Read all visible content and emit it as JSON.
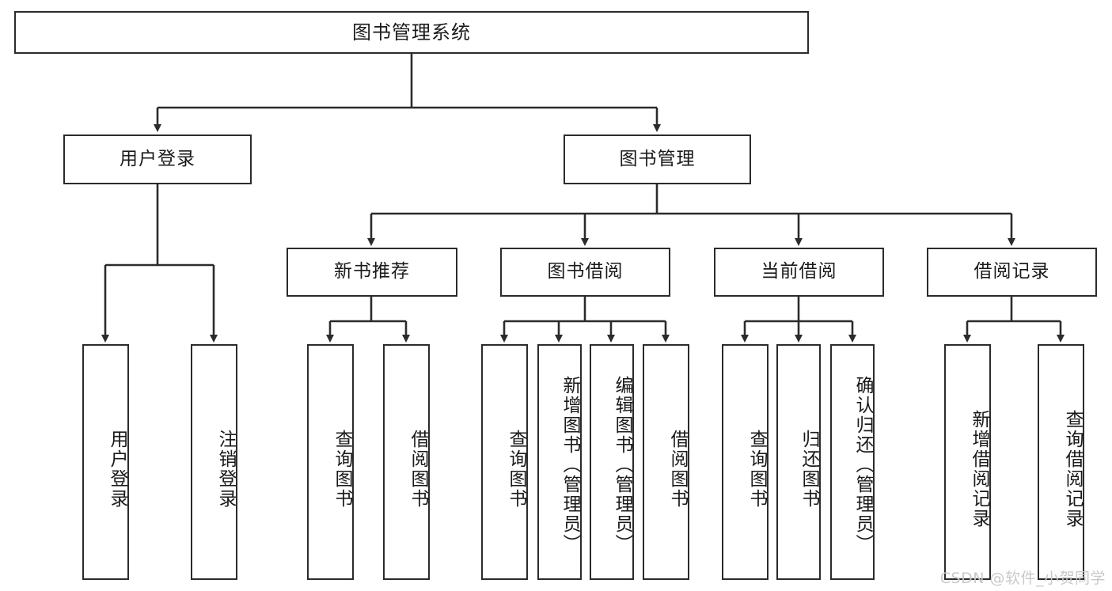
{
  "diagram": {
    "title": "图书管理系统",
    "watermark": "CSDN @软件_小贺同学",
    "stroke_color": "#2b2b2b",
    "background_color": "#ffffff",
    "text_color": "#1a1a1a",
    "watermark_color": "#c9c9c9"
  },
  "nodes": {
    "root": "图书管理系统",
    "level2": [
      "用户登录",
      "图书管理"
    ],
    "level3": [
      "新书推荐",
      "图书借阅",
      "当前借阅",
      "借阅记录"
    ],
    "leaves": {
      "user_login": [
        "用户登录",
        "注销登录"
      ],
      "new_book_recommend": [
        "查询图书",
        "借阅图书"
      ],
      "book_borrow": [
        "查询图书",
        "新增图书（管理员）",
        "编辑图书（管理员）",
        "借阅图书"
      ],
      "current_borrow": [
        "查询图书",
        "归还图书",
        "确认归还（管理员）"
      ],
      "borrow_record": [
        "新增借阅记录",
        "查询借阅记录"
      ]
    }
  }
}
